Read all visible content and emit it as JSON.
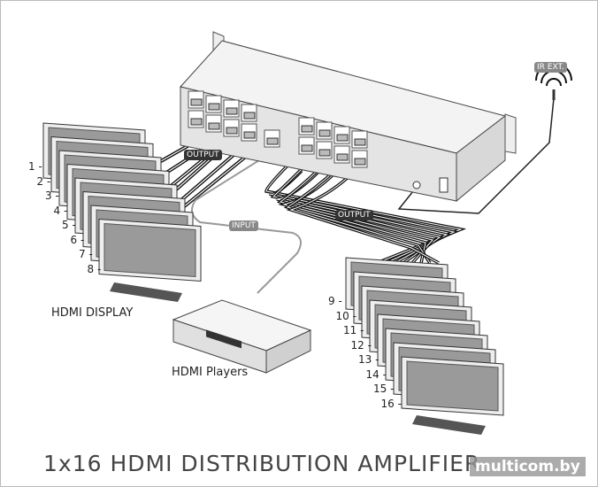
{
  "title": "1x16  HDMI DISTRIBUTION AMPLIFIER",
  "watermark": "multicom.by",
  "labels": {
    "hdmi_display": "HDMI  DISPLAY",
    "hdmi_players": "HDMI Players",
    "output_left": "OUTPUT",
    "output_right": "OUTPUT",
    "input": "INPUT",
    "ir_ext": "IR EXT."
  },
  "left_numbers": [
    "1",
    "2",
    "3",
    "4",
    "5",
    "6",
    "7",
    "8"
  ],
  "right_numbers": [
    "9",
    "10",
    "11",
    "12",
    "13",
    "14",
    "15",
    "16"
  ]
}
